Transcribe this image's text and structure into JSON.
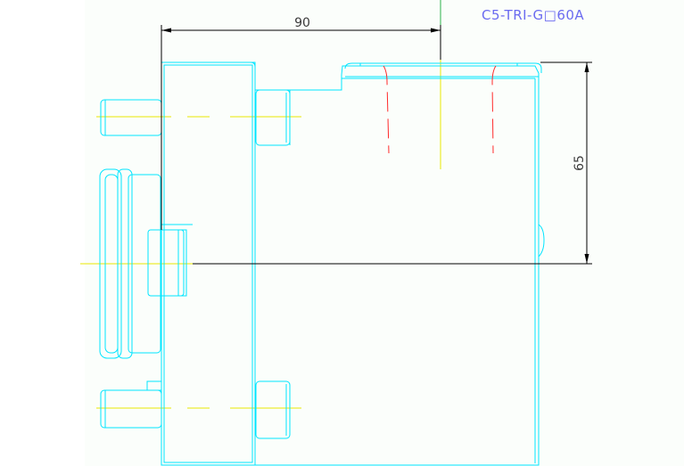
{
  "drawing": {
    "part_number": "C5-TRI-G□60A",
    "dimensions": {
      "width_label": "90",
      "height_label": "65"
    }
  },
  "colors": {
    "outline": "#00e5ff",
    "dimension": "#000000",
    "centerline": "#e8e800",
    "hidden": "#ff2a2a",
    "title": "#6b6bf0"
  }
}
